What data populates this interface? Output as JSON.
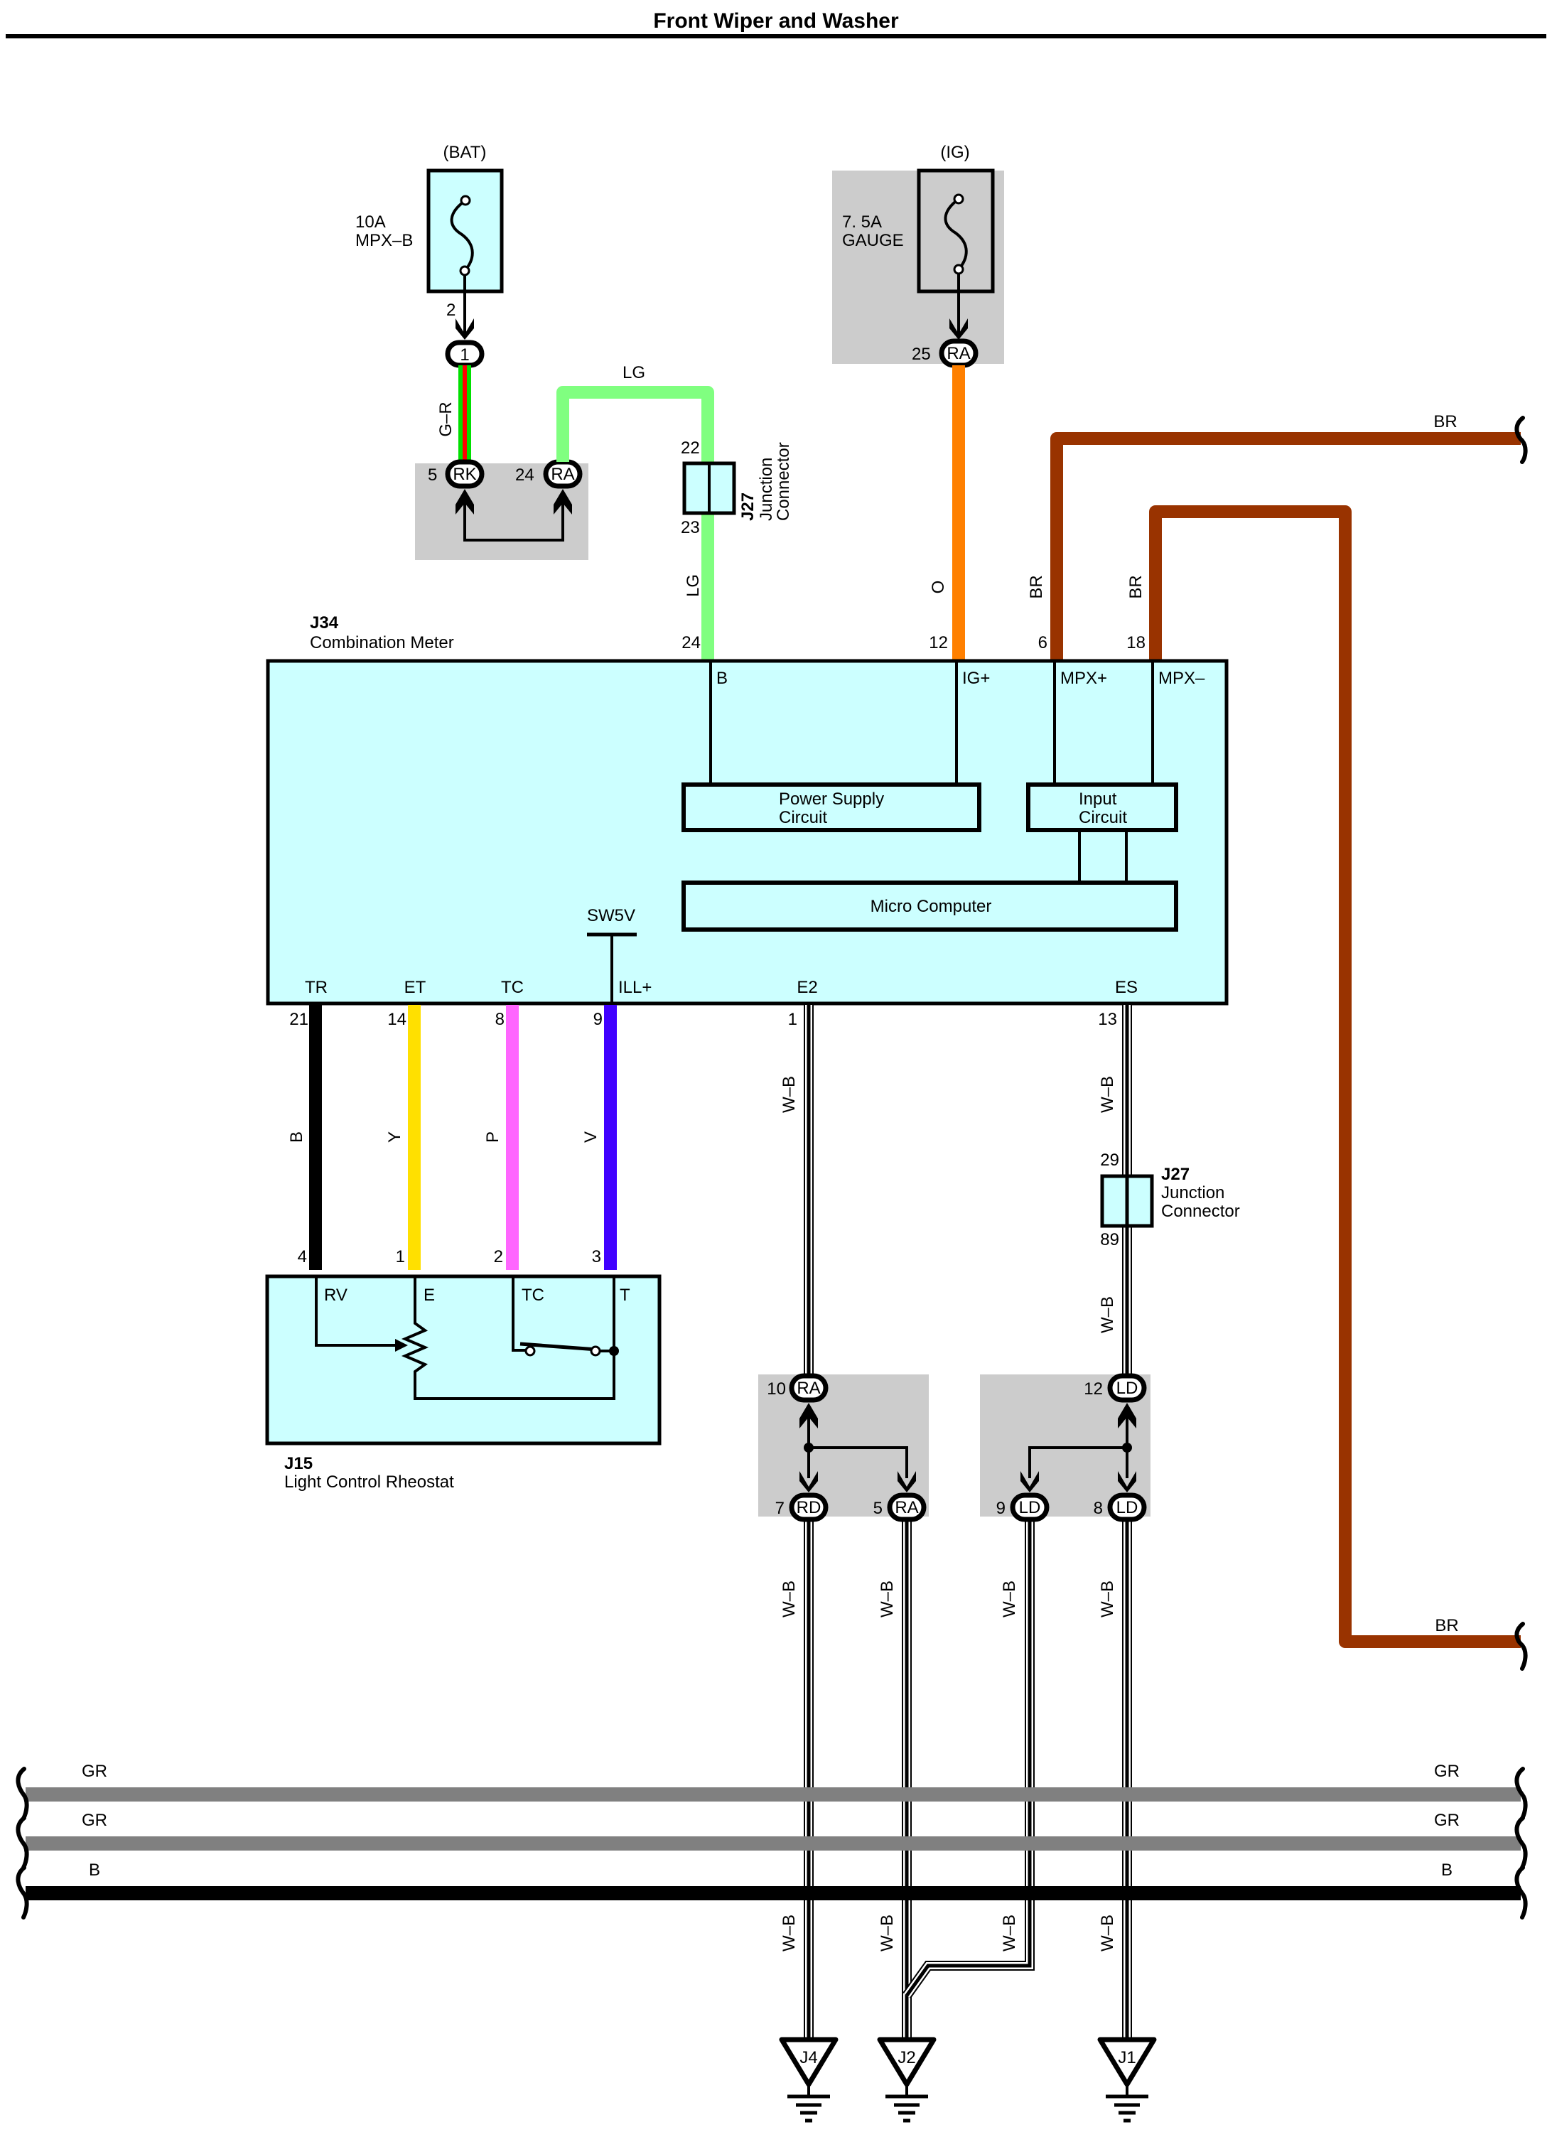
{
  "title": "Front Wiper and Washer",
  "colors": {
    "box_fill": "#ccffff",
    "shade": "#cccccc",
    "wire_LG": "#80ff80",
    "wire_O": "#ff8000",
    "wire_BR": "#993300",
    "wire_B": "#000000",
    "wire_Y": "#ffe000",
    "wire_P": "#ff66ff",
    "wire_V": "#4000ff",
    "wire_GR": "#808080",
    "wire_G": "#00e000",
    "wire_R": "#ff0000"
  },
  "fuses": [
    {
      "source": "(BAT)",
      "rating": "10A",
      "name": "MPX–B",
      "pin": "2"
    },
    {
      "source": "(IG)",
      "rating": "7. 5A",
      "name": "GAUGE",
      "pin": "25",
      "connector": "RA"
    }
  ],
  "top_connectors": {
    "bat_out": "1",
    "rk_pin": "5",
    "rk_code": "RK",
    "ra_pin": "24",
    "ra_code": "RA"
  },
  "wires_top": {
    "gr_label": "G–R",
    "lg_label_h": "LG",
    "lg_label_v": "LG",
    "o_label": "O",
    "br1_label": "BR",
    "br2_label": "BR",
    "br_top_right": "BR",
    "br_bottom_right": "BR"
  },
  "j27_top": {
    "id": "J27",
    "name1": "Junction",
    "name2": "Connector",
    "pin_in": "22",
    "pin_out": "23"
  },
  "j27_bottom": {
    "id": "J27",
    "name1": "Junction",
    "name2": "Connector",
    "pin_in": "29",
    "pin_out": "89"
  },
  "j34": {
    "id": "J34",
    "name": "Combination Meter",
    "top_pins": [
      {
        "num": "24",
        "label": "B"
      },
      {
        "num": "12",
        "label": "IG+"
      },
      {
        "num": "6",
        "label": "MPX+"
      },
      {
        "num": "18",
        "label": "MPX–"
      }
    ],
    "bottom_pins": [
      {
        "num": "21",
        "label": "TR",
        "wire": "B"
      },
      {
        "num": "14",
        "label": "ET",
        "wire": "Y"
      },
      {
        "num": "8",
        "label": "TC",
        "wire": "P"
      },
      {
        "num": "9",
        "label": "ILL+",
        "wire": "V"
      },
      {
        "num": "1",
        "label": "E2",
        "wire": "W–B"
      },
      {
        "num": "13",
        "label": "ES",
        "wire": "W–B"
      }
    ],
    "sw5v": "SW5V",
    "power_supply": [
      "Power Supply",
      "Circuit"
    ],
    "input_circuit": [
      "Input",
      "Circuit"
    ],
    "micro_computer": "Micro Computer"
  },
  "j15": {
    "id": "J15",
    "name": "Light Control Rheostat",
    "pins": [
      {
        "num": "4",
        "label": "RV"
      },
      {
        "num": "1",
        "label": "E"
      },
      {
        "num": "2",
        "label": "TC"
      },
      {
        "num": "3",
        "label": "T"
      }
    ]
  },
  "junction_left": {
    "in": {
      "pin": "10",
      "code": "RA"
    },
    "out": [
      {
        "pin": "7",
        "code": "RD"
      },
      {
        "pin": "5",
        "code": "RA"
      }
    ]
  },
  "junction_right": {
    "in": {
      "pin": "12",
      "code": "LD"
    },
    "out": [
      {
        "pin": "9",
        "code": "LD"
      },
      {
        "pin": "8",
        "code": "LD"
      }
    ]
  },
  "wb_label": "W–B",
  "bus": [
    {
      "label": "GR"
    },
    {
      "label": "GR"
    },
    {
      "label": "B"
    }
  ],
  "grounds": [
    "J4",
    "J2",
    "J1"
  ]
}
